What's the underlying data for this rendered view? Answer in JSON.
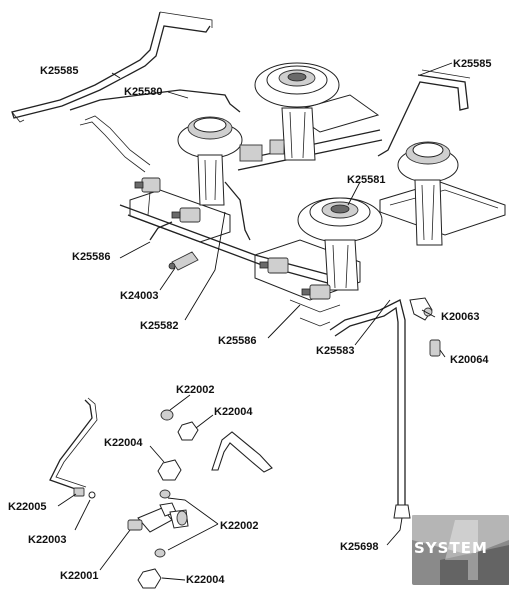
{
  "labels": {
    "k25585_left": "K25585",
    "k25580": "K25580",
    "k25585_right": "K25585",
    "k25581": "K25581",
    "k25586_left": "K25586",
    "k24003": "K24003",
    "k25582": "K25582",
    "k25586_mid": "K25586",
    "k25583": "K25583",
    "k20063": "K20063",
    "k20064": "K20064",
    "k22002_top": "K22002",
    "k22004_top": "K22004",
    "k22004_mid": "K22004",
    "k22005": "K22005",
    "k22003": "K22003",
    "k22002_bottom": "K22002",
    "k22001": "K22001",
    "k22004_bottom": "K22004",
    "k25698": "K25698"
  },
  "watermark": {
    "text": "SYSTEM",
    "colors": {
      "base": "#8a8a8a",
      "light": "#c8c8c8",
      "dark": "#5a5a5a"
    }
  }
}
